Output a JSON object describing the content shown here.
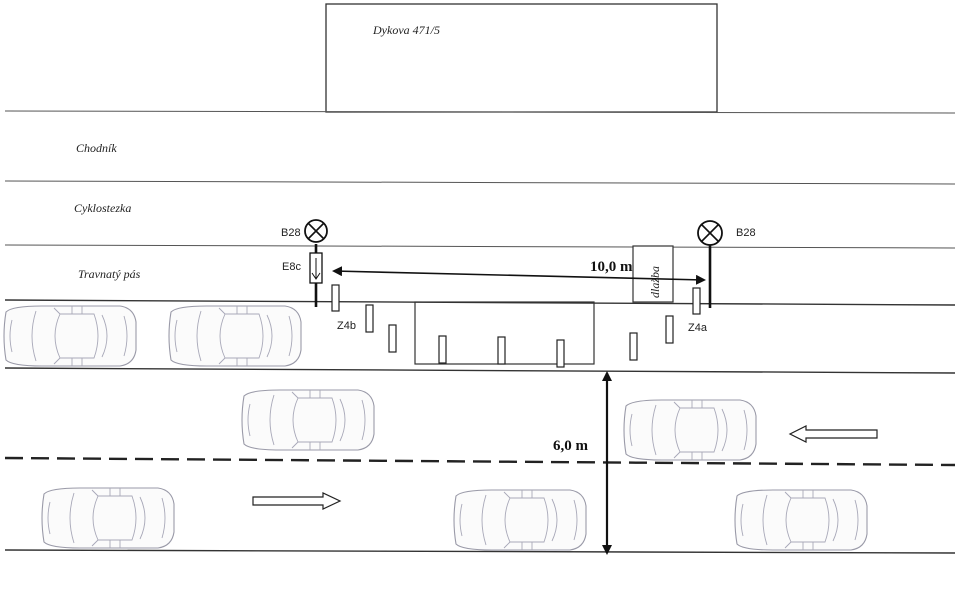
{
  "building": {
    "label": "Dykova 471/5"
  },
  "zones": {
    "sidewalk": "Chodník",
    "bike_path": "Cyklostezka",
    "grass_strip": "Travnatý pás"
  },
  "signs": {
    "b28_left": "B28",
    "b28_right": "B28",
    "e8c": "E8c",
    "z4b": "Z4b",
    "z4a": "Z4a"
  },
  "paving_box": {
    "label": "dlažba"
  },
  "dimensions": {
    "length": "10,0 m",
    "width": "6,0 m"
  }
}
